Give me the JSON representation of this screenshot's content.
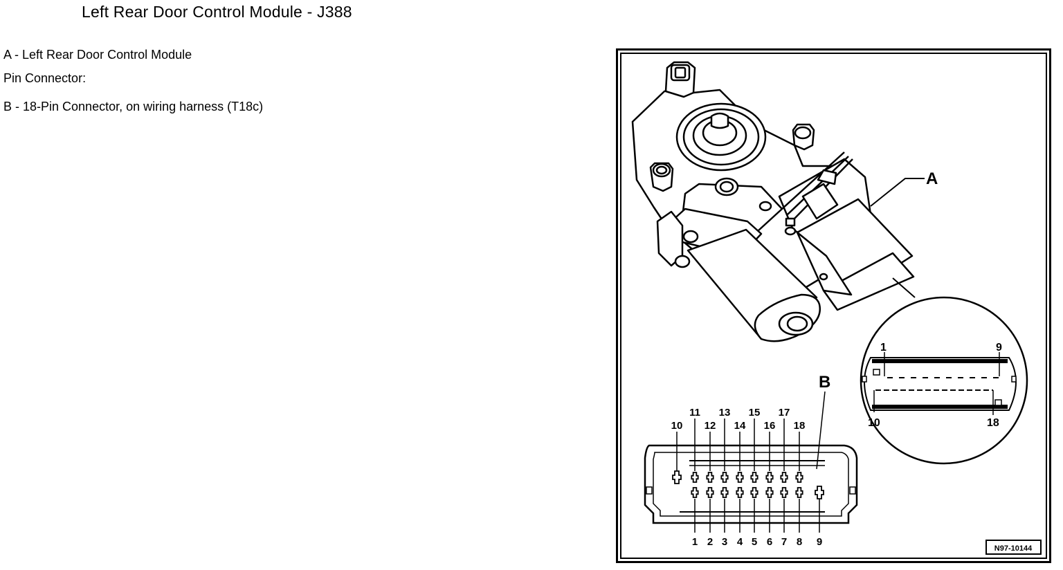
{
  "title": "Left Rear Door Control Module - J388",
  "legend": {
    "item_a": "A - Left Rear Door Control Module",
    "pin_heading": "Pin Connector:",
    "item_b": "B - 18-Pin Connector, on wiring harness (T18c)"
  },
  "diagram": {
    "callout_a": "A",
    "callout_b": "B",
    "figure_id": "N97-10144",
    "inset_pins": {
      "top_left": "1",
      "top_right": "9",
      "bottom_left": "10",
      "bottom_right": "18"
    },
    "connector_top_labels": [
      "10",
      "11",
      "12",
      "13",
      "14",
      "15",
      "16",
      "17",
      "18"
    ],
    "connector_bottom_labels": [
      "1",
      "2",
      "3",
      "4",
      "5",
      "6",
      "7",
      "8",
      "9"
    ]
  }
}
